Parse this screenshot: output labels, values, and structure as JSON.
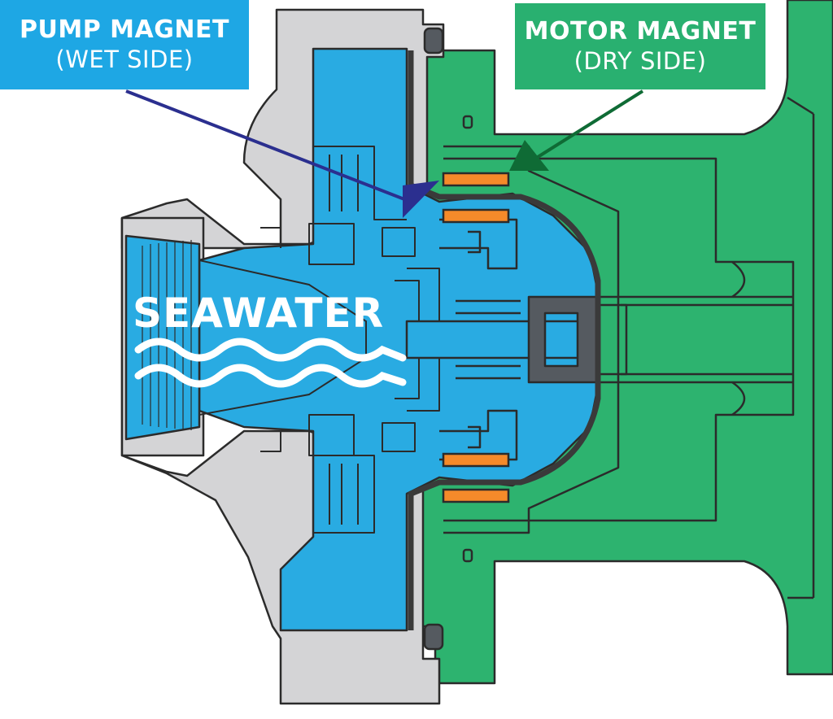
{
  "labels": {
    "pump_magnet_title": "PUMP MAGNET",
    "pump_magnet_sub": "(WET SIDE)",
    "motor_magnet_title": "MOTOR MAGNET",
    "motor_magnet_sub": "(DRY SIDE)",
    "seawater": "SEAWATER"
  },
  "colors": {
    "water_blue": "#29abe2",
    "pump_label_bg": "#1ea7e4",
    "motor_green": "#2db36f",
    "motor_label_bg": "#29b070",
    "housing_gray": "#d4d4d6",
    "magnet_orange": "#f58a2a",
    "outline": "#2b2b2b",
    "pump_arrow": "#2b2f8f",
    "motor_arrow": "#0f6b35",
    "white": "#ffffff"
  }
}
